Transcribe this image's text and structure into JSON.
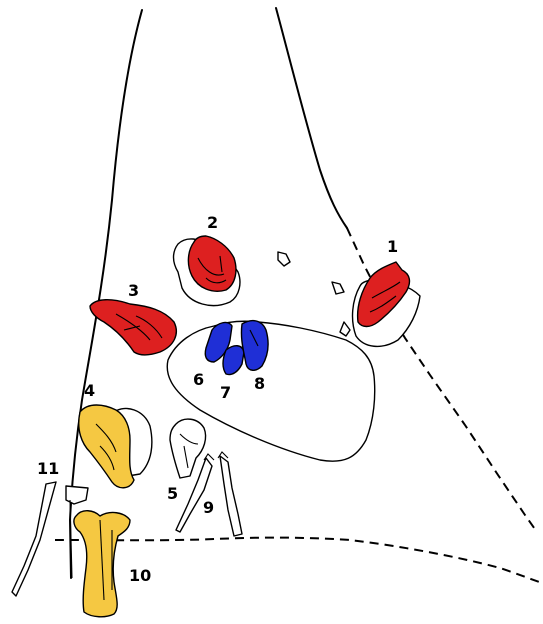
{
  "colors": {
    "red": "#dd2020",
    "blue": "#1f2fd6",
    "yellow": "#f5c842",
    "outline": "#000000"
  },
  "labels": {
    "l1": "1",
    "l2": "2",
    "l3": "3",
    "l4": "4",
    "l5": "5",
    "l6": "6",
    "l7": "7",
    "l8": "8",
    "l9": "9",
    "l10": "10",
    "l11": "11"
  }
}
